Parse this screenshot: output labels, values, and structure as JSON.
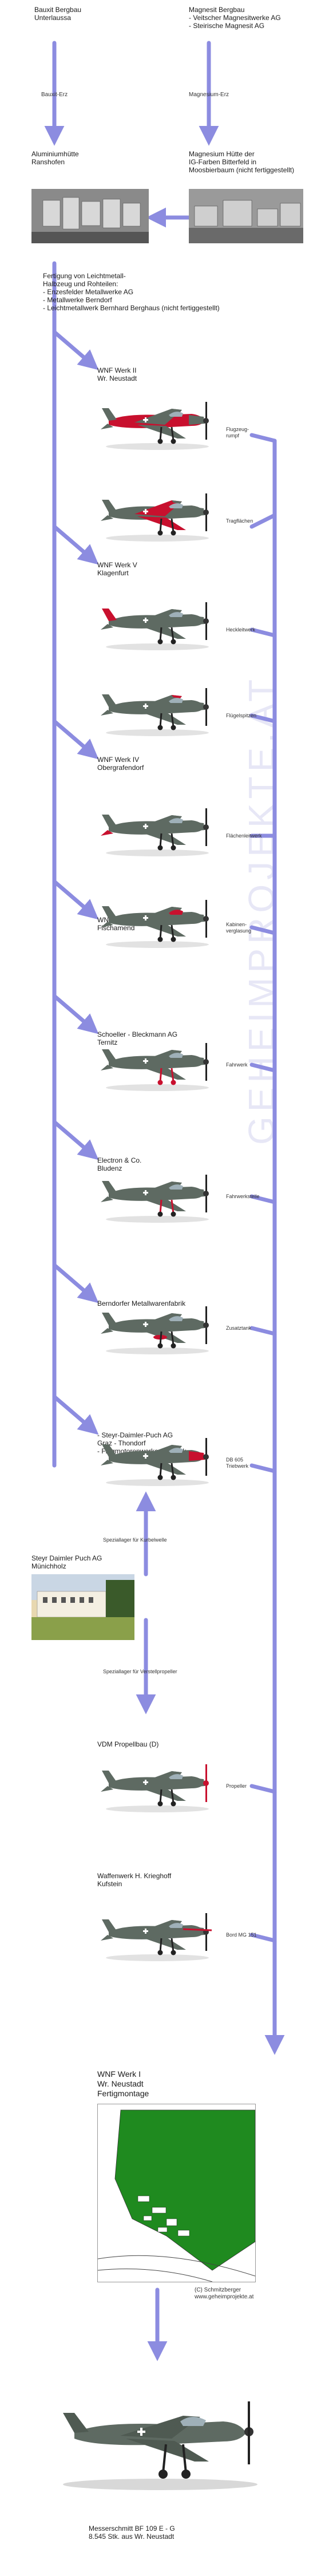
{
  "watermark": "GEHEIMPROJEKTE.AT",
  "top": {
    "bauxit": "Bauxit Bergbau\nUnterlaussa",
    "magnesit": "Magnesit Bergbau\n- Veitscher Magnesitwerke AG\n- Steirische Magnesit AG",
    "bauxit_label": "Bauxit-Erz",
    "magnesit_label": "Magnesium-Erz",
    "alu": "Aluminiumhütte\nRanshofen",
    "mag_huette": "Magnesium Hütte der\nIG-Farben Bitterfeld in\nMoosbierbaum (nicht fertiggestellt)",
    "fertigung": "Fertigung von Leichtmetall-\nHalbzeug und Rohteilen:\n- Enzesfelder Metallwerke AG\n- Metallwerke Berndorf\n- Leichtmetallwerk Bernhard Berghaus (nicht fertiggestellt)"
  },
  "stations": [
    {
      "name": "WNF Werk II\nWr. Neustadt",
      "parts": [
        "Flugzeug-\nrumpf",
        "Tragflächen"
      ]
    },
    {
      "name": "WNF Werk V\nKlagenfurt",
      "parts": [
        "Heckleitwerk",
        "Flügelspitzen"
      ]
    },
    {
      "name": "WNF Werk IV\nObergrafendorf",
      "parts": [
        "Flächenleitwerk"
      ]
    },
    {
      "name": "WNF Werk III\nFischamend",
      "parts": [
        "Kabinen-\nverglasung"
      ]
    },
    {
      "name": "Schoeller - Bleckmann AG\nTernitz",
      "parts": [
        "Fahrwerk"
      ]
    },
    {
      "name": "Electron & Co.\nBludenz",
      "parts": [
        "Fahrwerksteile"
      ]
    },
    {
      "name": "Berndorfer Metallwarenfabrik",
      "parts": [
        "Zusatztank"
      ]
    },
    {
      "name": "- Steyr-Daimler-Puch AG\n  Graz - Thondorf\n- Flugmotorenwerke Ostmark",
      "parts": [
        "DB 605\nTriebwerk"
      ]
    }
  ],
  "steyr": {
    "name": "Steyr Daimler Puch AG\nMünichholz",
    "spez1": "Speziallager für Kurbelwelle",
    "spez2": "Speziallager für Verstellpropeller"
  },
  "vdm": {
    "name": "VDM Propellbau (D)",
    "part": "Propeller"
  },
  "krieghoff": {
    "name": "Waffenwerk H. Krieghoff\nKufstein",
    "part": "Bord MG 151"
  },
  "final": {
    "title": "WNF Werk I\nWr. Neustadt\nFertigmontage",
    "credit": "(C) Schmitzberger\nwww.geheimprojekte.at",
    "caption": "Messerschmitt BF 109 E - G\n8.545 Stk. aus Wr. Neustadt"
  },
  "colors": {
    "arrow": "#8c8ce0",
    "green": "#1f8a1f",
    "red": "#c8102e"
  }
}
